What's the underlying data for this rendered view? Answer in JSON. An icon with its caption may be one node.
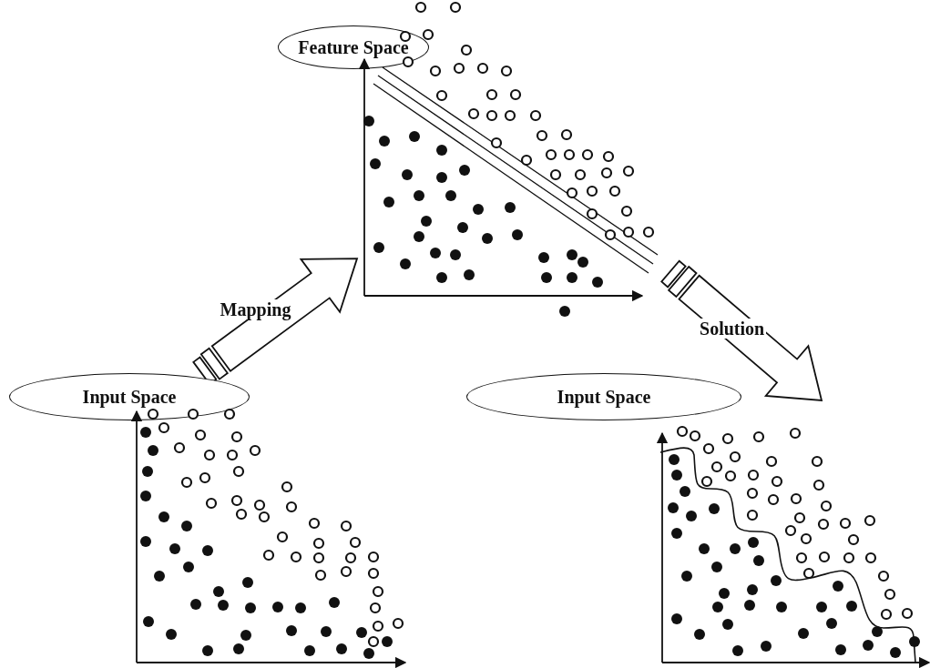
{
  "diagram": {
    "nodes": [
      {
        "text": [
          "Feature Space"
        ]
      },
      {
        "text": [],
        "shape": "picture"
      },
      {
        "text": [
          "Input Space"
        ]
      },
      {
        "text": [],
        "shape": "picture"
      },
      {
        "text": [
          "Input Space"
        ]
      },
      {
        "text": [],
        "shape": "picture"
      }
    ],
    "edges": [
      {
        "from": 2,
        "to": 1,
        "arrow": "to",
        "label": "Mapping"
      },
      {
        "from": 1,
        "to": 5,
        "arrow": "to",
        "label": "Solution"
      }
    ]
  }
}
